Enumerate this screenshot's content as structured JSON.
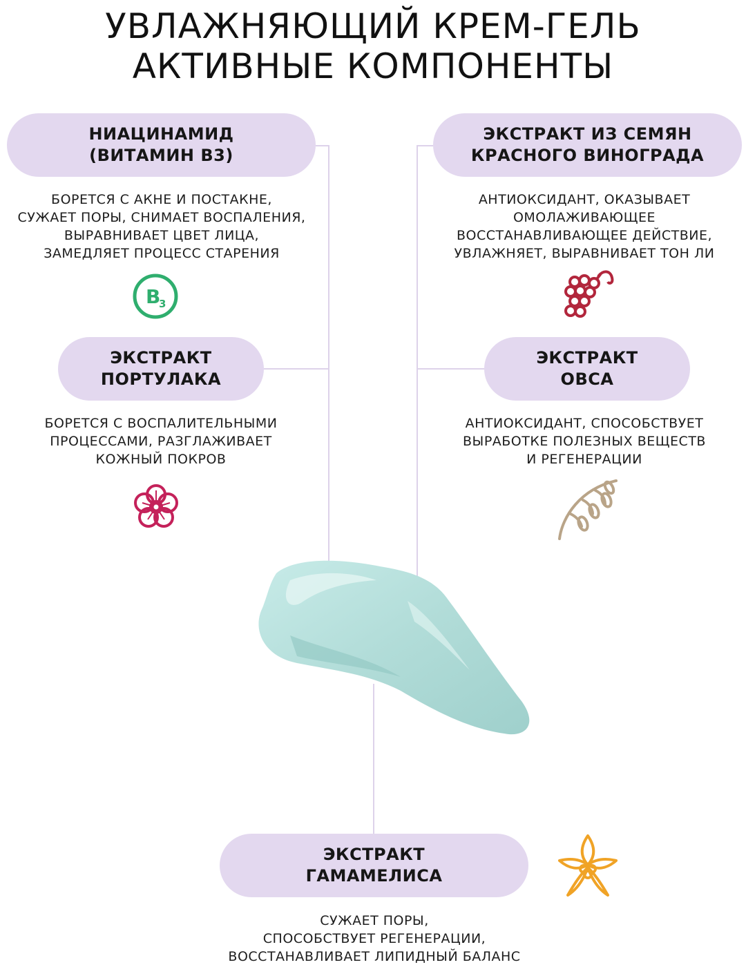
{
  "header": {
    "title_line1": "УВЛАЖНЯЮЩИЙ КРЕМ-ГЕЛЬ",
    "title_line2": "АКТИВНЫЕ КОМПОНЕНТЫ"
  },
  "ingredients": [
    {
      "name": "НИАЦИНАМИД\n(ВИТАМИН В3)",
      "description": "БОРЕТСЯ С АКНЕ И ПОСТАКНЕ,\nСУЖАЕТ ПОРЫ, СНИМАЕТ ВОСПАЛЕНИЯ,\nВЫРАВНИВАЕТ ЦВЕТ ЛИЦА,\nЗАМЕДЛЯЕТ ПРОЦЕСС СТАРЕНИЯ",
      "icon": "vitamin-b3-icon",
      "icon_text": "B",
      "icon_sub": "3",
      "color": "#2fae6e"
    },
    {
      "name": "ЭКСТРАКТ ИЗ СЕМЯН\nКРАСНОГО ВИНОГРАДА",
      "description": "АНТИОКСИДАНТ, ОКАЗЫВАЕТ\nОМОЛАЖИВАЮЩЕЕ\nВОССТАНАВЛИВАЮЩЕЕ ДЕЙСТВИЕ,\nУВЛАЖНЯЕТ, ВЫРАВНИВАЕТ ТОН ЛИ",
      "icon": "grape-icon",
      "color": "#b2263c"
    },
    {
      "name": "ЭКСТРАКТ\nПОРТУЛАКА",
      "description": "БОРЕТСЯ С ВОСПАЛИТЕЛЬНЫМИ\nПРОЦЕССАМИ, РАЗГЛАЖИВАЕТ\nКОЖНЫЙ ПОКРОВ",
      "icon": "flower-icon",
      "color": "#c4215a"
    },
    {
      "name": "ЭКСТРАКТ\nОВСА",
      "description": "АНТИОКСИДАНТ, СПОСОБСТВУЕТ\nВЫРАБОТКЕ ПОЛЕЗНЫХ ВЕЩЕСТВ\nИ РЕГЕНЕРАЦИИ",
      "icon": "oat-icon",
      "color": "#b9a488"
    },
    {
      "name": "ЭКСТРАКТ\nГАМАМЕЛИСА",
      "description": "СУЖАЕТ ПОРЫ,\nСПОСОБСТВУЕТ РЕГЕНЕРАЦИИ,\nВОССТАНАВЛИВАЕТ ЛИПИДНЫЙ БАЛАНС",
      "icon": "hamamelis-flower-icon",
      "color": "#f0a326"
    }
  ],
  "colors": {
    "pill_background": "#e3d8ef",
    "connector": "#ddd2ea",
    "gel": "#b8e0dc"
  }
}
